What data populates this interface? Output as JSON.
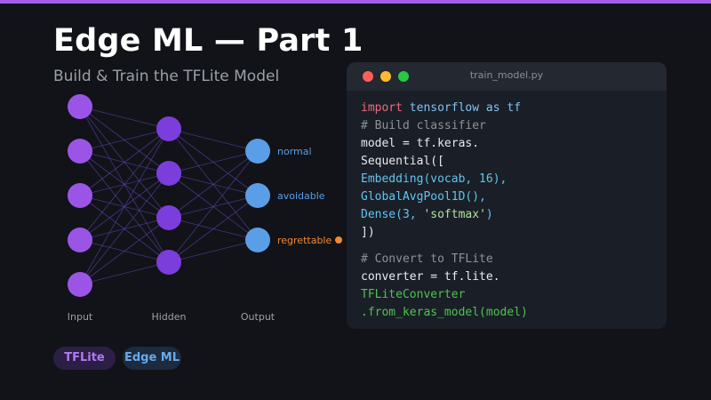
{
  "header": {
    "title": "Edge ML — Part 1",
    "subtitle": "Build & Train the TFLite Model"
  },
  "network": {
    "layers": [
      {
        "label": "Input",
        "nodes": 5,
        "color": "#9b55e6"
      },
      {
        "label": "Hidden",
        "nodes": 4,
        "color": "#7b3ddb"
      },
      {
        "label": "Output",
        "nodes": 3,
        "color": "#5a9ee8"
      }
    ],
    "outputs": [
      {
        "label": "normal",
        "color": "#5a9ee8"
      },
      {
        "label": "avoidable",
        "color": "#5a9ee8"
      },
      {
        "label": "regrettable",
        "color": "#f28a2e"
      }
    ],
    "edge_color": "#5b3fa8",
    "highlighted_output": "regrettable"
  },
  "code_window": {
    "filename": "train_model.py",
    "lines": {
      "l1_kw": "import",
      "l1_mod": "tensorflow as tf",
      "l2": "# Build classifier",
      "l3": "model = tf.keras.",
      "l4": "Sequential([",
      "l5": "Embedding(vocab, 16),",
      "l6": "GlobalAvgPool1D(),",
      "l7_a": "Dense(3, ",
      "l7_str": "'softmax'",
      "l7_b": ")",
      "l8": "])",
      "l9": "# Convert to TFLite",
      "l10": "converter = tf.lite.",
      "l11": "TFLiteConverter",
      "l12": ".from_keras_model(model)"
    }
  },
  "badges": {
    "tflite": "TFLite",
    "edgeml": "Edge ML"
  },
  "colors": {
    "accent": "#a35ee8",
    "background": "#111318"
  }
}
